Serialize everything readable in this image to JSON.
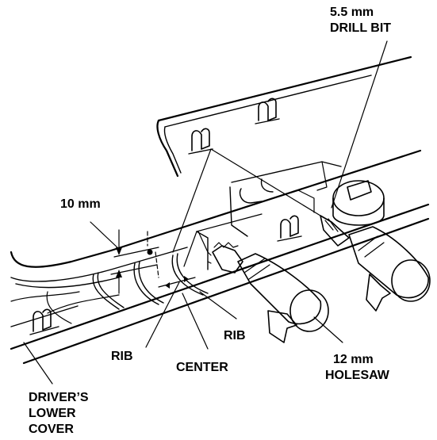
{
  "labels": {
    "drill_bit_line1": "5.5 mm",
    "drill_bit_line2": "DRILL BIT",
    "offset": "10 mm",
    "rib_right": "RIB",
    "rib_left": "RIB",
    "center": "CENTER",
    "holesaw_line1": "12 mm",
    "holesaw_line2": "HOLESAW",
    "cover_line1": "DRIVER’S",
    "cover_line2": "LOWER",
    "cover_line3": "COVER"
  }
}
